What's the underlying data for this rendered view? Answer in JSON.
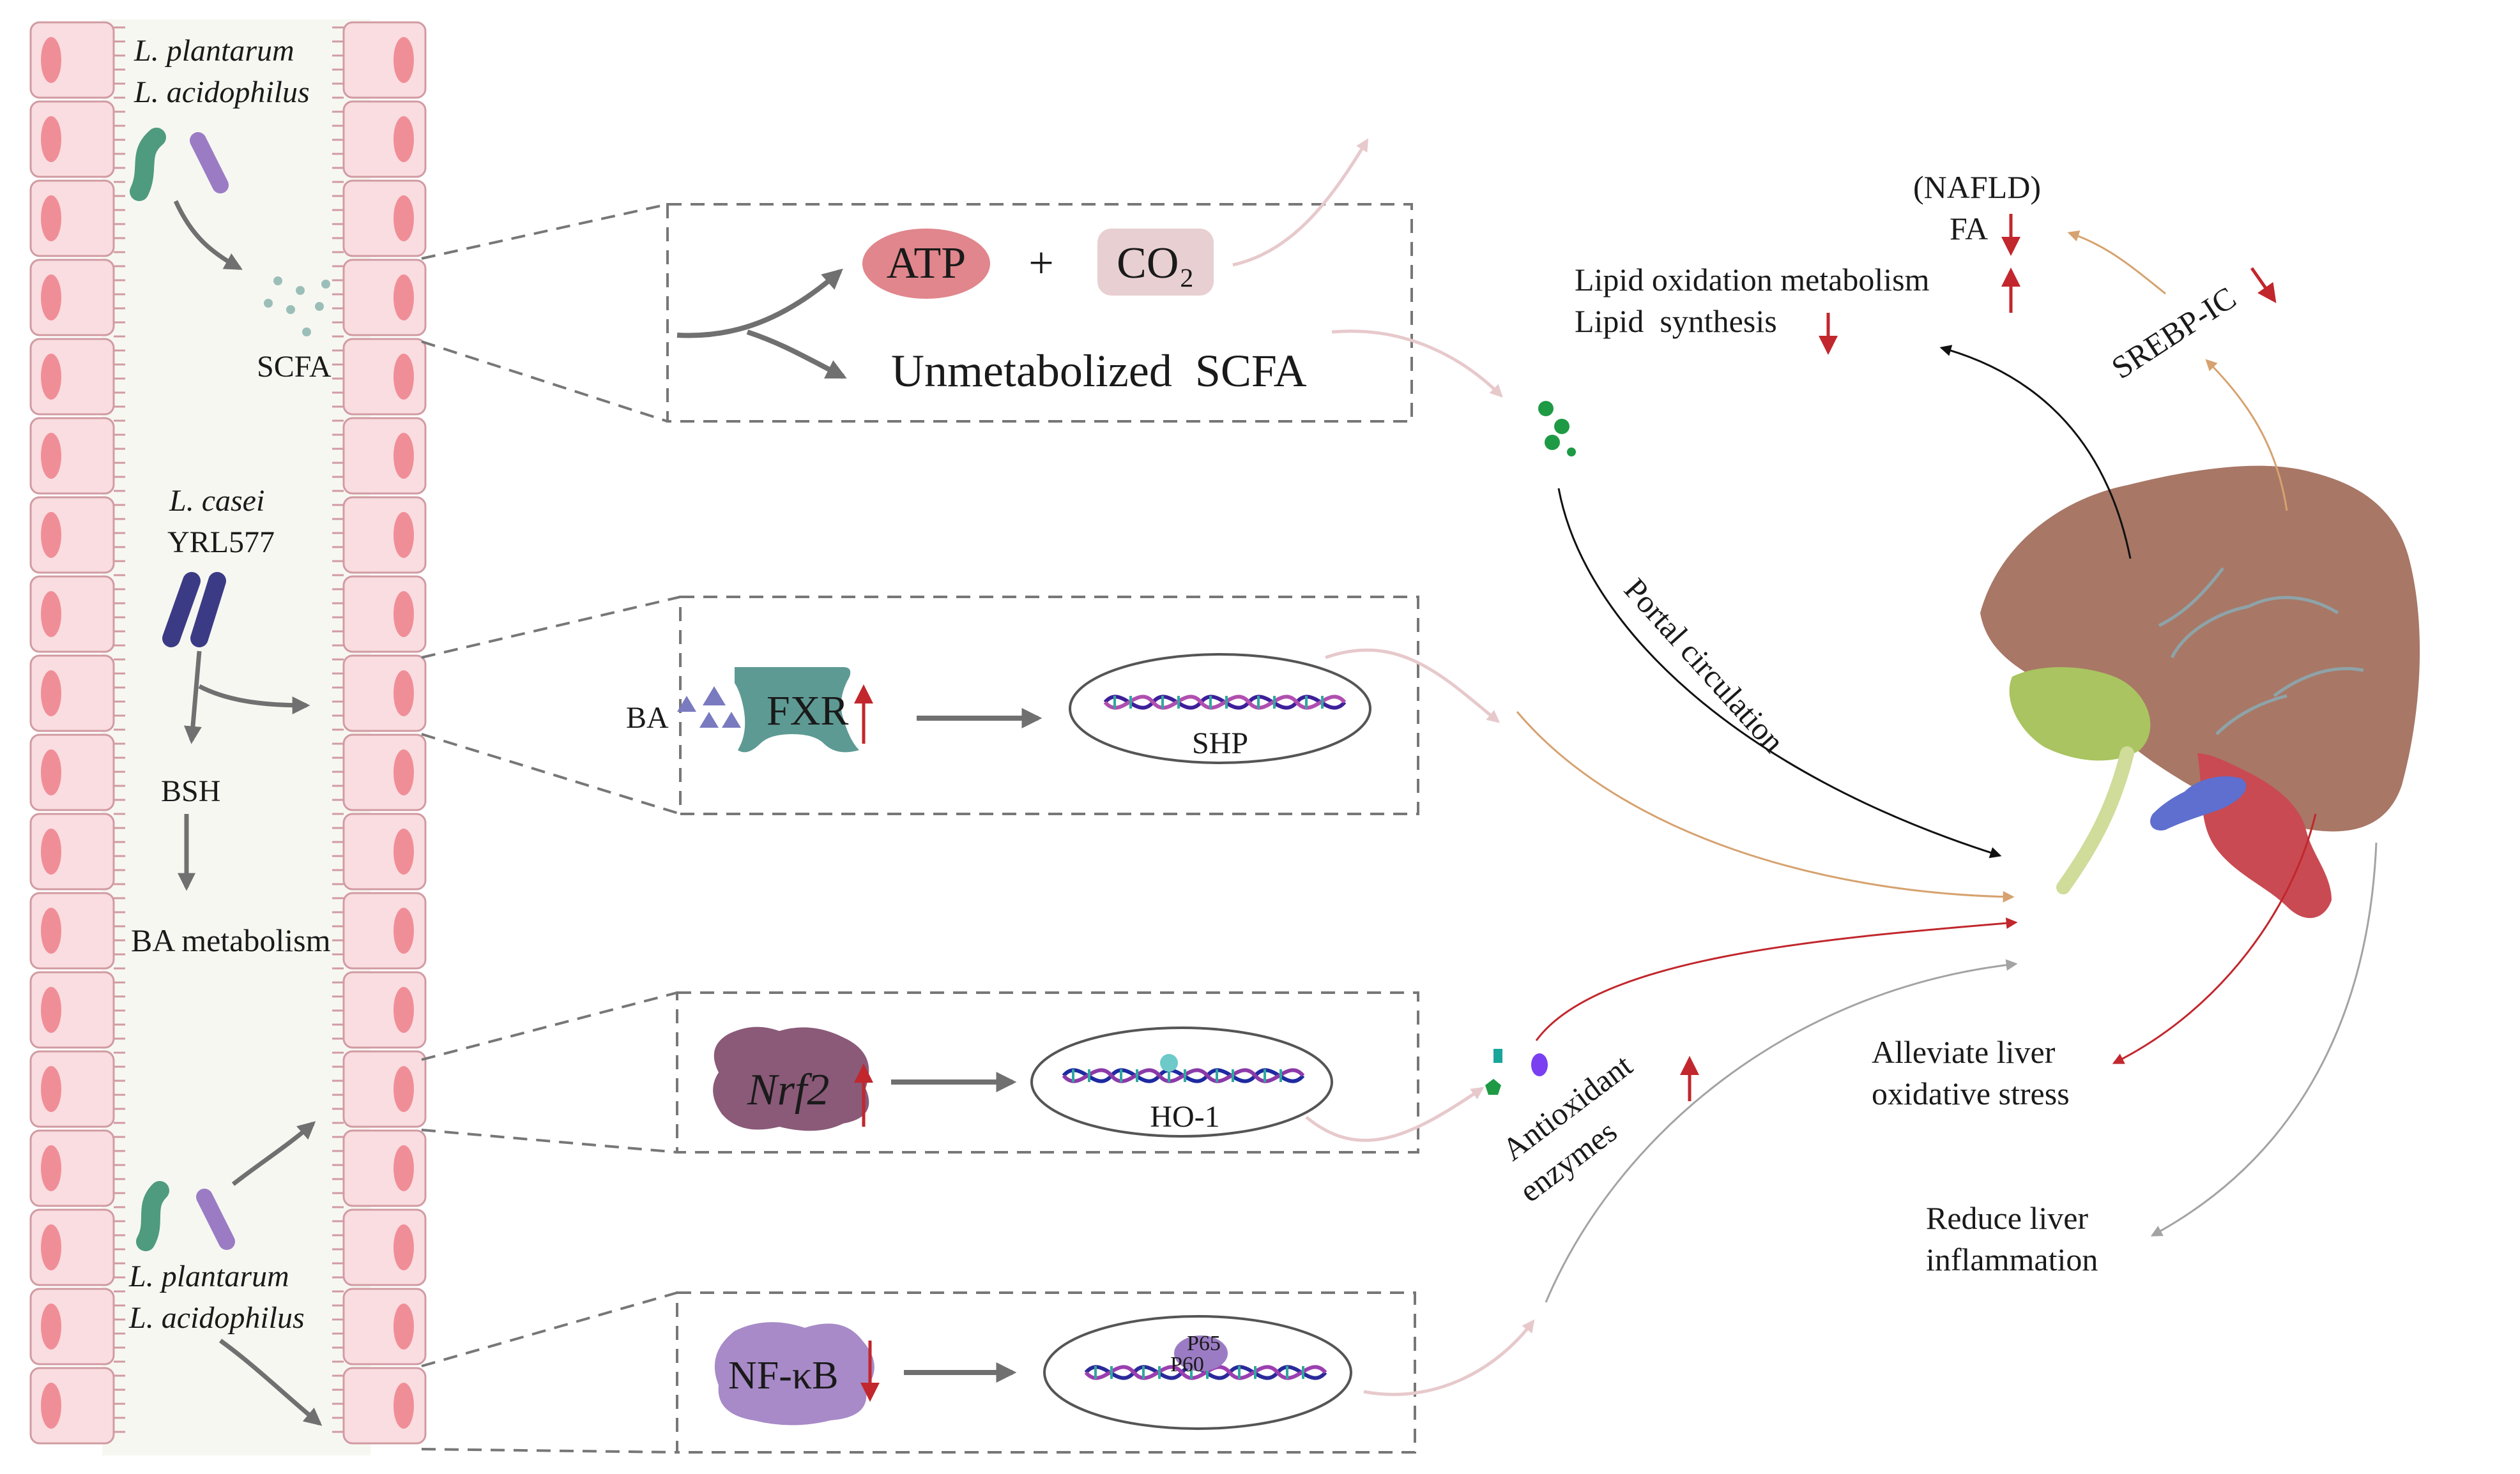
{
  "colors": {
    "cell_fill": "#f9dde0",
    "cell_stroke": "#d19ba2",
    "nucleus": "#f08e98",
    "lumen": "#f7f7f2",
    "green_bact": "#4f9b7f",
    "purple_bact": "#9b7cc4",
    "navy_bact": "#3b3b85",
    "atp_fill": "#e0868c",
    "co2_fill": "#e8cfd2",
    "fxr_fill": "#5e9a94",
    "nrf2_fill": "#8a5a78",
    "nfkb_fill": "#a78ac7",
    "liver_fill": "#a87766",
    "gallbladder": "#a9c460",
    "red_arrow": "#c1272d",
    "pink_arrow": "#e7c9cc",
    "tan_arrow": "#d6a26f",
    "grey_arrow": "#a3a3a3"
  },
  "bacteria": {
    "top_names": [
      "L. plantarum",
      "L. acidophilus"
    ],
    "middle_names": [
      "L. casei",
      "YRL577"
    ],
    "bottom_names": [
      "L. plantarum",
      "L. acidophilus"
    ]
  },
  "intestine": {
    "scfa": "SCFA",
    "bsh": "BSH",
    "ba_metabolism": "BA metabolism"
  },
  "box1": {
    "atp": "ATP",
    "plus": "+",
    "co2": "CO₂",
    "unmetabolized": "Unmetabolized  SCFA"
  },
  "box2": {
    "ba": "BA",
    "fxr": "FXR",
    "shp": "SHP"
  },
  "box3": {
    "nrf2": "Nrf2",
    "ho1": "HO-1"
  },
  "box4": {
    "nfkb": "NF-κB",
    "p65": "P65",
    "p60": "P60"
  },
  "liver": {
    "nafld": "(NAFLD)",
    "fa": "FA",
    "lipid_oxidation": "Lipid oxidation metabolism",
    "lipid_synthesis": "Lipid  synthesis",
    "srebp": "SREBP-IC",
    "portal": "Portal circulation",
    "antioxidant_line1": "Antioxidant",
    "antioxidant_line2": "enzymes",
    "oxidative_line1": "Alleviate liver",
    "oxidative_line2": "oxidative stress",
    "inflammation_line1": "Reduce liver",
    "inflammation_line2": "inflammation"
  }
}
